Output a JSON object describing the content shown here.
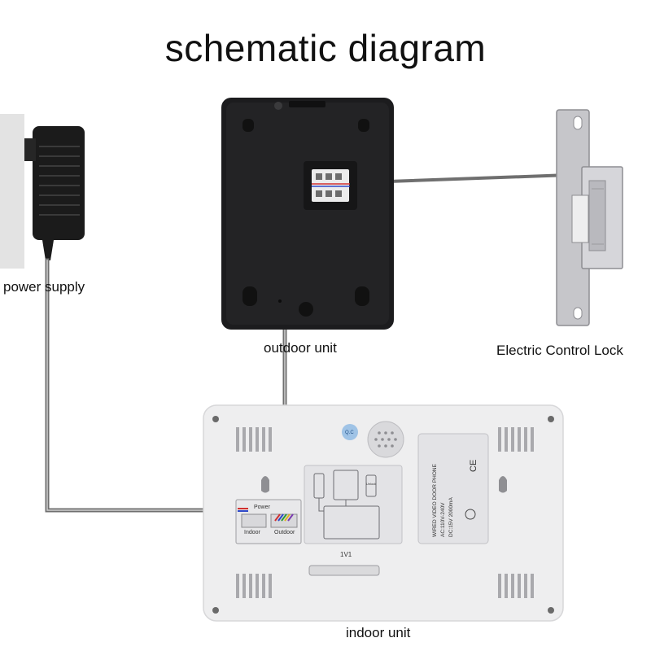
{
  "title": "schematic diagram",
  "labels": {
    "power_supply": "power supply",
    "outdoor_unit": "outdoor unit",
    "lock": "Electric Control Lock",
    "indoor_unit": "indoor unit"
  },
  "indoor_panel": {
    "port_power": "Power",
    "port_indoor": "Indoor",
    "port_outdoor": "Outdoor",
    "qc_badge": "Q.C",
    "plate_line1": "WIRED VIDEO DOOR PHONE",
    "plate_line2": "AC:110V-240V",
    "plate_line3": "DC:15V  2000mA",
    "ce_mark": "CE",
    "model": "1V1",
    "unlock_small": "Unlock"
  },
  "colors": {
    "wire": "#6f6f6f",
    "outdoor_body": "#1c1c1e",
    "indoor_body": "#eeeeef",
    "lock_metal": "#cfcfd2"
  }
}
